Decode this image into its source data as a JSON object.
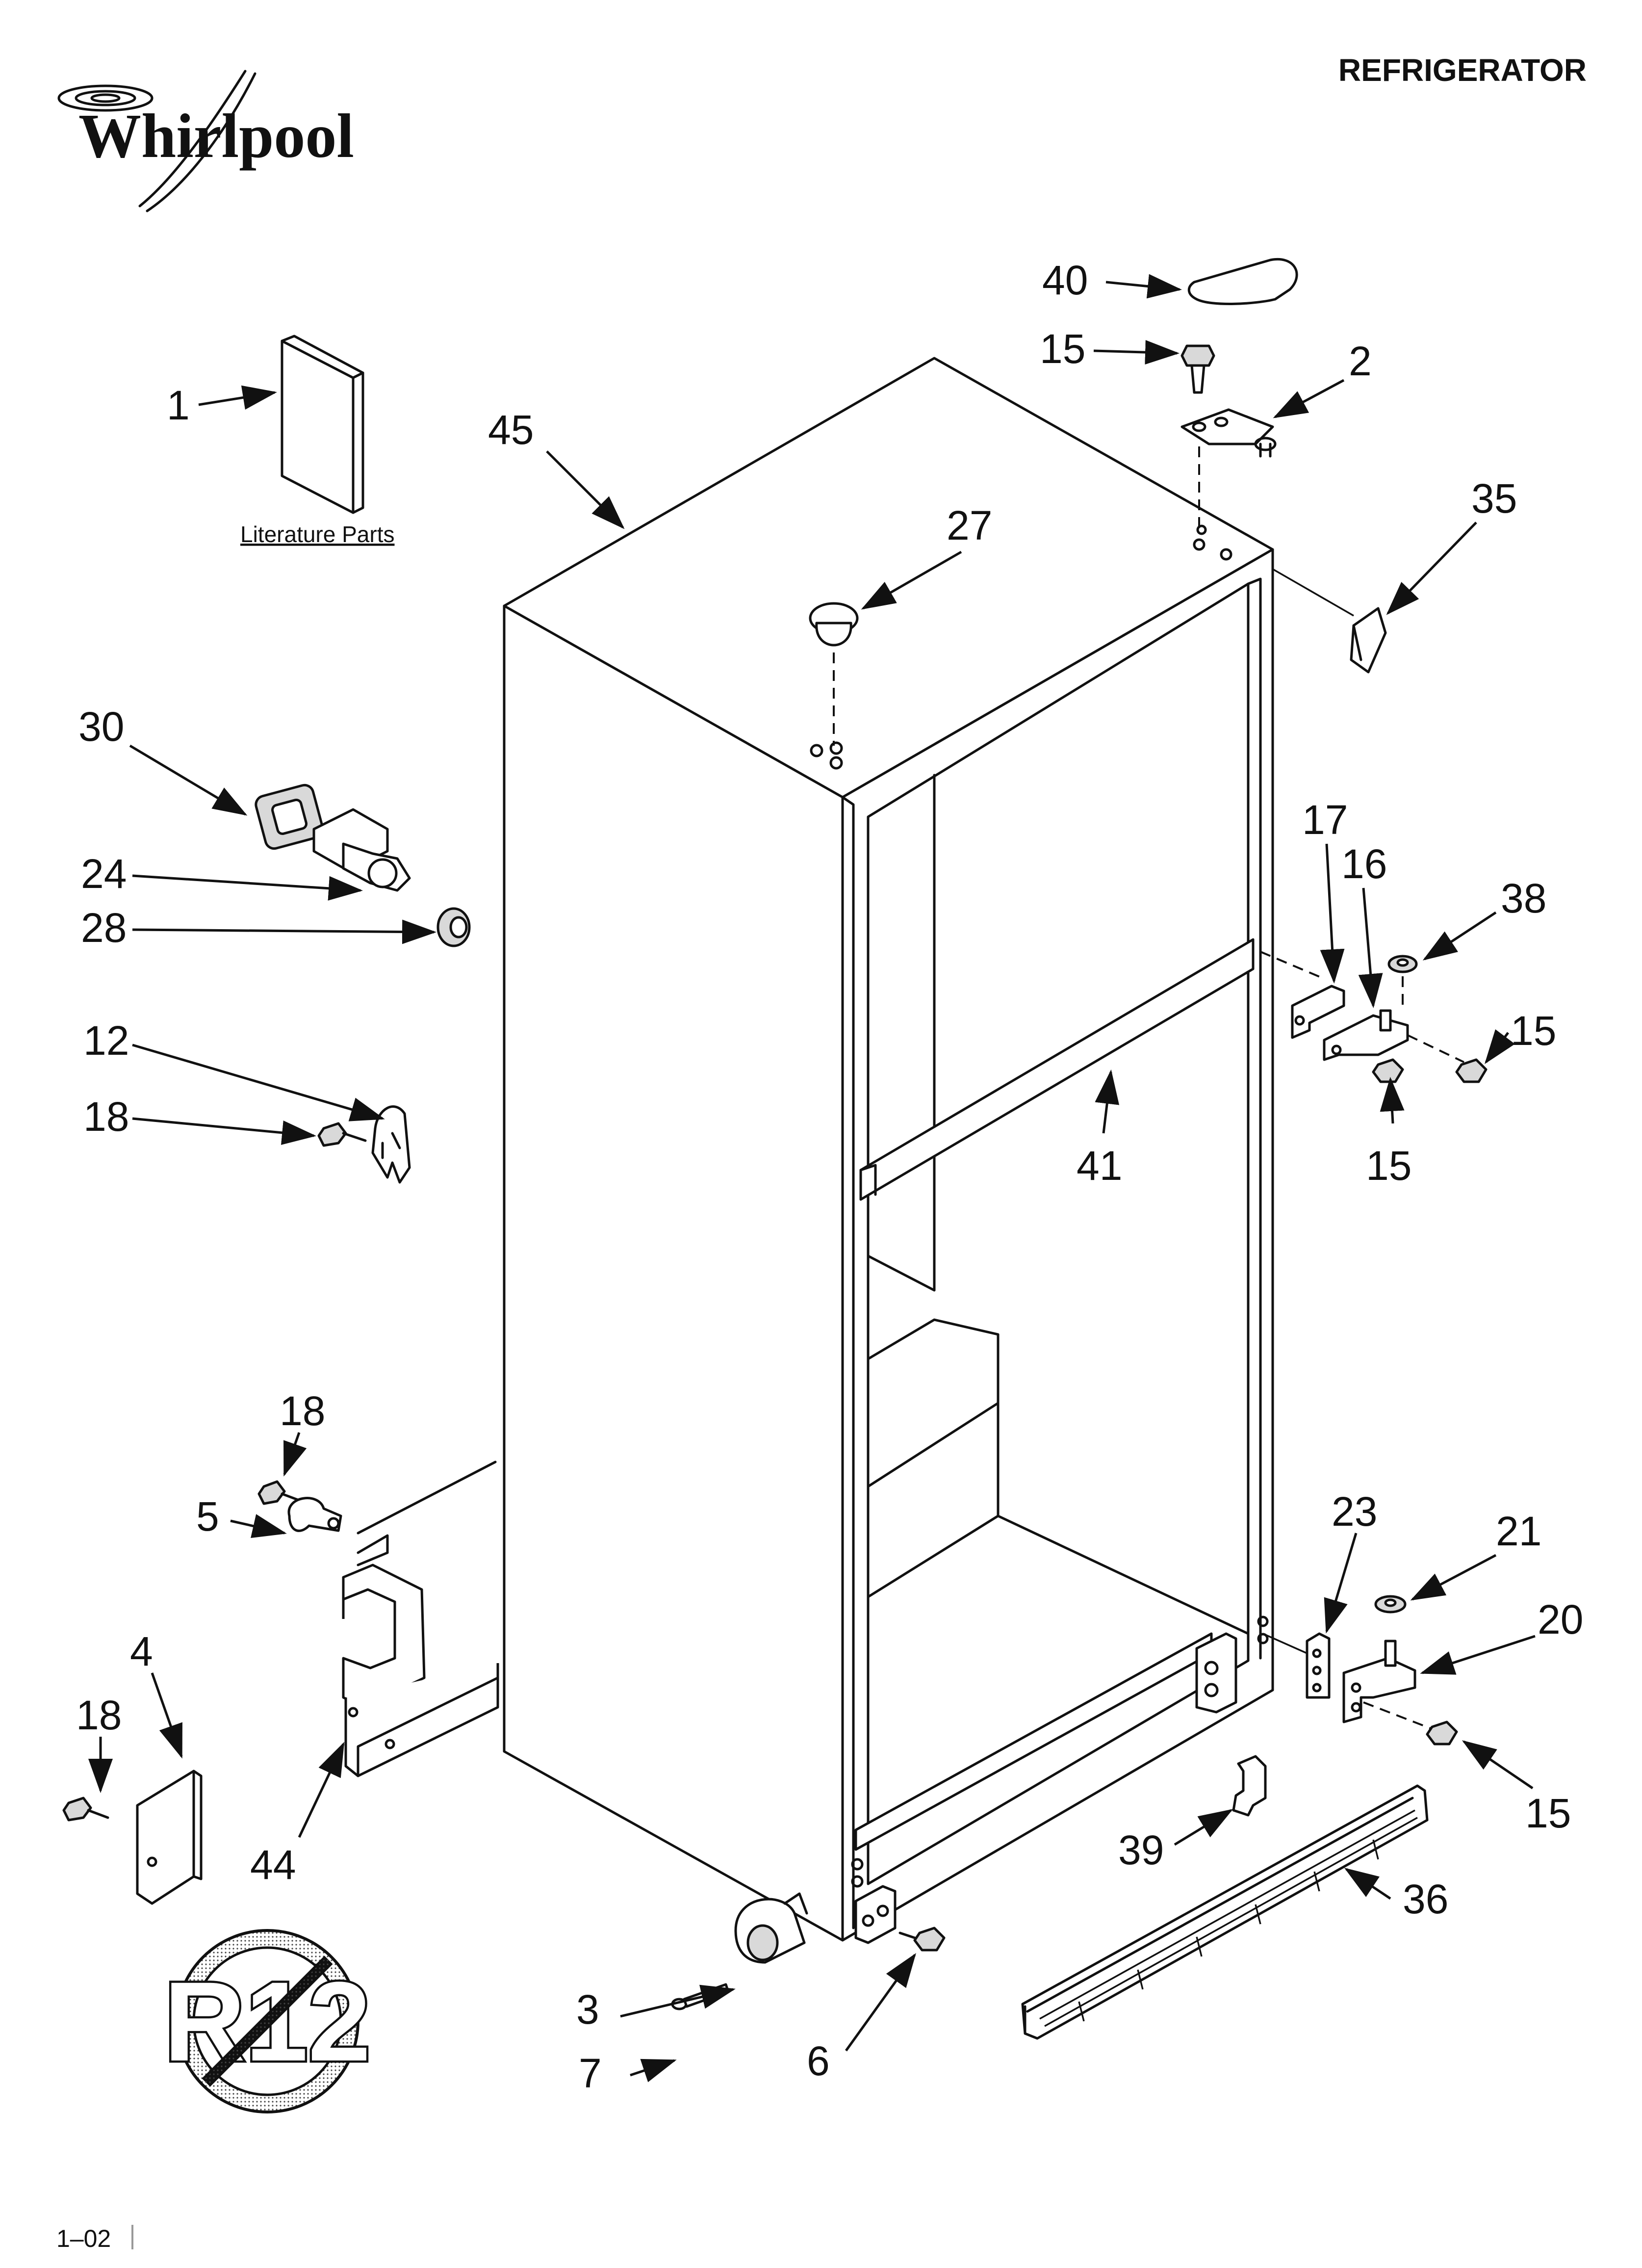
{
  "brand": {
    "logo": "Whirlpool"
  },
  "header": {
    "title": "REFRIGERATOR"
  },
  "literature": {
    "caption": "Literature Parts"
  },
  "footer": {
    "code": "1–02"
  },
  "badge": {
    "text": "R12",
    "icon": "no-r12-prohibition-icon"
  },
  "callouts": {
    "c1": "1",
    "c2": "2",
    "c3": "3",
    "c4": "4",
    "c5": "5",
    "c6": "6",
    "c7": "7",
    "c12": "12",
    "c15a": "15",
    "c15b": "15",
    "c15c": "15",
    "c15d": "15",
    "c16": "16",
    "c17": "17",
    "c18a": "18",
    "c18b": "18",
    "c18c": "18",
    "c20": "20",
    "c21": "21",
    "c23": "23",
    "c24": "24",
    "c27": "27",
    "c28": "28",
    "c30": "30",
    "c35": "35",
    "c36": "36",
    "c38": "38",
    "c39": "39",
    "c40": "40",
    "c41": "41",
    "c44": "44",
    "c45": "45"
  }
}
